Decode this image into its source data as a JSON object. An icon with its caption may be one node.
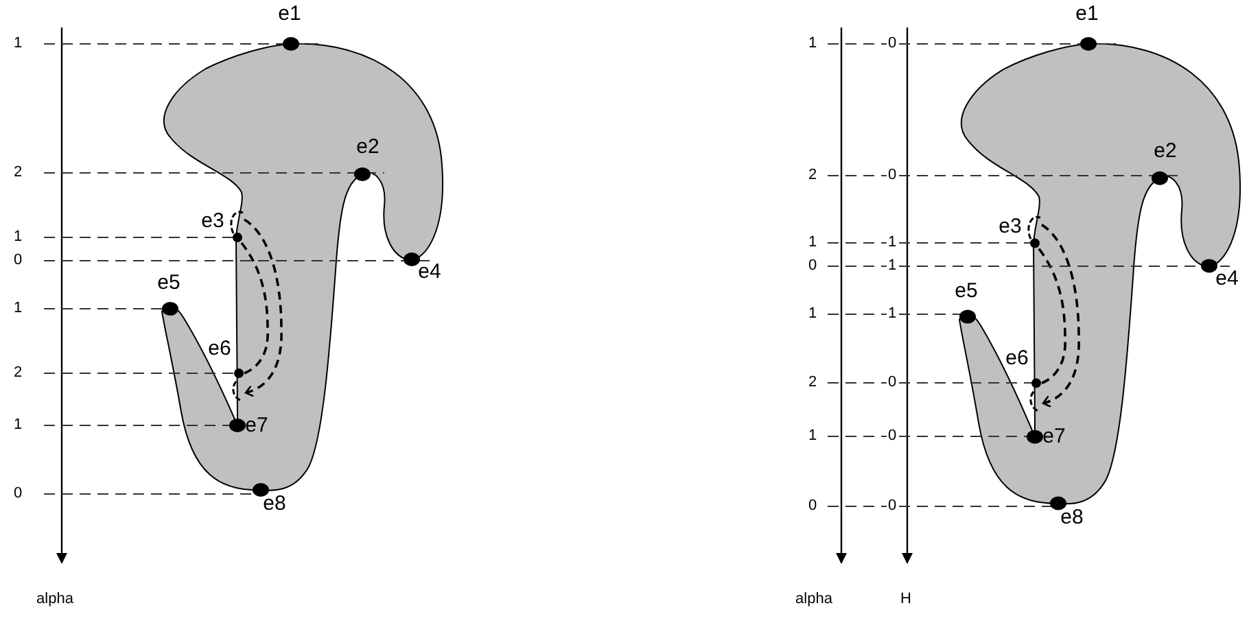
{
  "diagram": {
    "labels": [
      "1",
      "e1",
      "2",
      "e2",
      "1",
      "e3",
      "0",
      "e4",
      "1",
      "e5",
      "2",
      "e6",
      "1",
      "e7",
      "0",
      "e8",
      "alpha",
      "1",
      "0",
      "e1",
      "2",
      "0",
      "e2",
      "1",
      "1",
      "e3",
      "0",
      "1",
      "e4",
      "1",
      "1",
      "e5",
      "2",
      "0",
      "e6",
      "1",
      "0",
      "e7",
      "0",
      "0",
      "e8",
      "alpha",
      "H"
    ]
  }
}
